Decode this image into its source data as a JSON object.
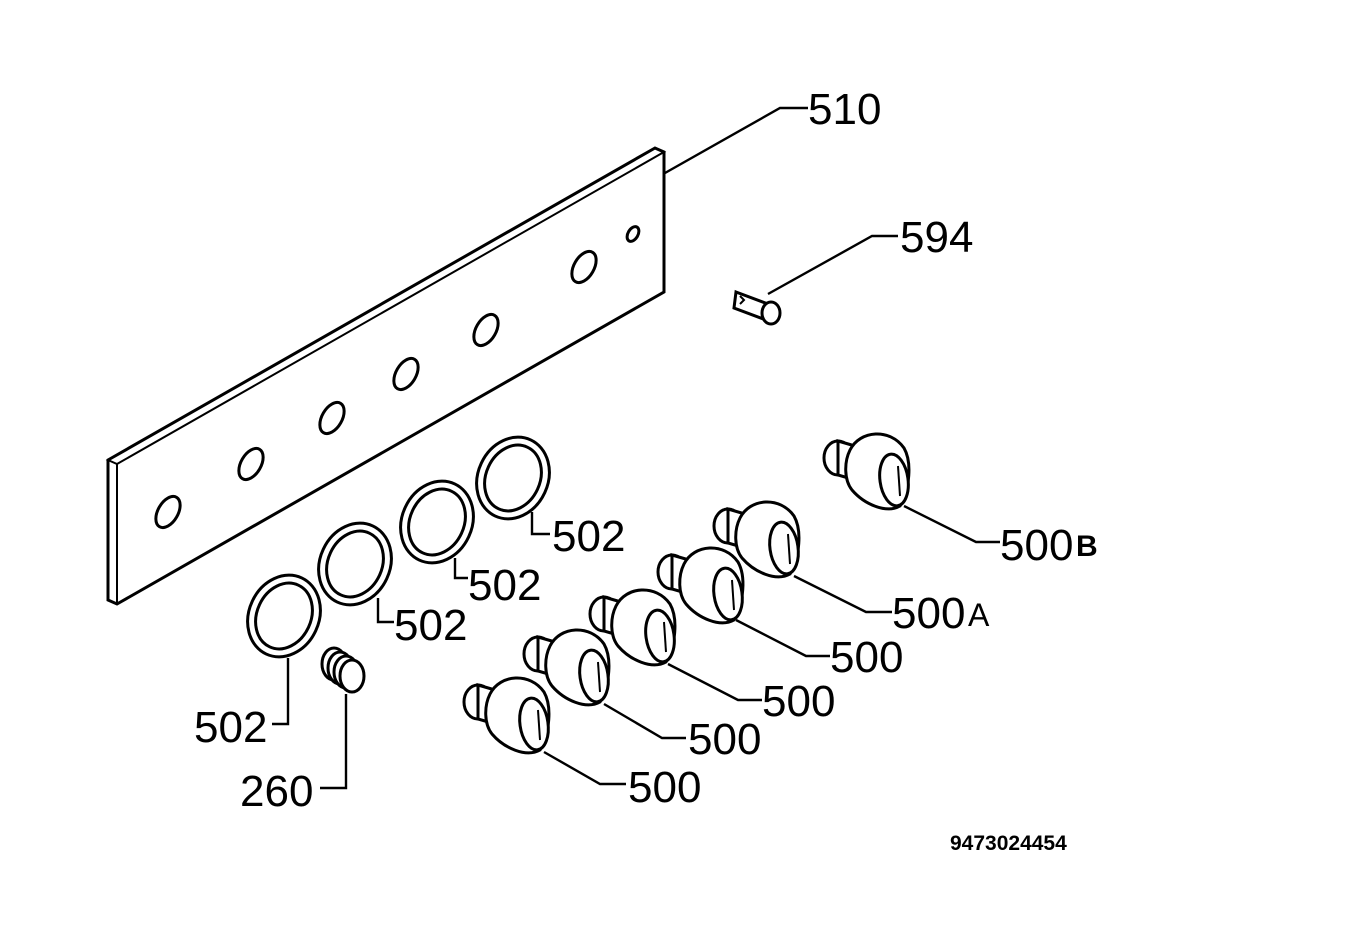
{
  "labels": {
    "p510": "510",
    "p594": "594",
    "p502_a": "502",
    "p502_b": "502",
    "p502_c": "502",
    "p502_d": "502",
    "p260": "260",
    "p500b": "500",
    "p500b_suffix": "B",
    "p500a": "500",
    "p500a_suffix": "A",
    "p500_1": "500",
    "p500_2": "500",
    "p500_3": "500",
    "p500_4": "500"
  },
  "document_number": "9473024454"
}
